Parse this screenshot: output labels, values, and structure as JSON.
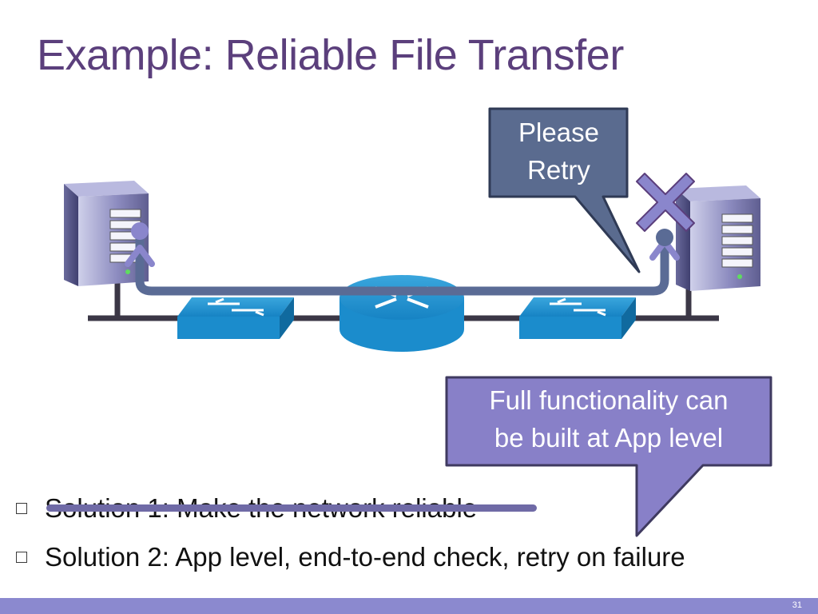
{
  "slide": {
    "title": "Example: Reliable File Transfer",
    "callout_retry": {
      "line1": "Please",
      "line2": "Retry"
    },
    "callout_app": {
      "line1": "Full functionality can",
      "line2": "be built at App level"
    },
    "bullets": [
      {
        "text": "Solution 1: Make the network reliable",
        "struck_through": true
      },
      {
        "text": "Solution 2: App level, end-to-end check, retry on failure",
        "struck_through": false
      }
    ],
    "page_number": "31"
  },
  "colors": {
    "title": "#5b3f7c",
    "callout_fill": "#5a6b8f",
    "callout_app_fill": "#8880c8",
    "path_line": "#5a6b95",
    "network_line": "#3b3746",
    "device_blue": "#1c8fd0",
    "fail_x": "#8a86cc",
    "footer": "#8b89cf"
  },
  "icons": [
    "server-icon",
    "switch-icon",
    "router-icon",
    "failure-x-icon"
  ]
}
